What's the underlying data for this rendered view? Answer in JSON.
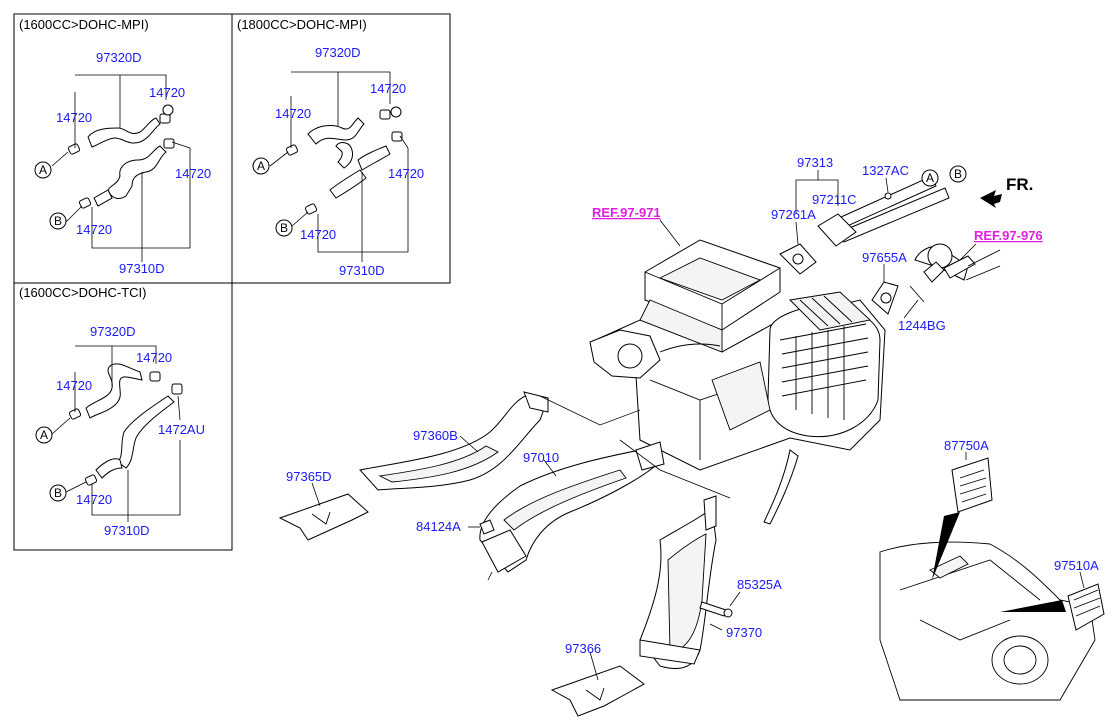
{
  "panels": {
    "p1_header": "(1600CC>DOHC-MPI)",
    "p2_header": "(1800CC>DOHC-MPI)",
    "p3_header": "(1600CC>DOHC-TCI)"
  },
  "markers": {
    "a": "A",
    "b": "B"
  },
  "labels": {
    "p1_97320D": "97320D",
    "p1_14720_top": "14720",
    "p1_14720_left": "14720",
    "p1_14720_right": "14720",
    "p1_14720_bottom": "14720",
    "p1_97310D": "97310D",
    "p2_97320D": "97320D",
    "p2_14720_top": "14720",
    "p2_14720_left": "14720",
    "p2_14720_right": "14720",
    "p2_14720_bottom": "14720",
    "p2_97310D": "97310D",
    "p3_97320D": "97320D",
    "p3_14720_top": "14720",
    "p3_14720_left": "14720",
    "p3_1472AU": "1472AU",
    "p3_14720_bottom": "14720",
    "p3_97310D": "97310D",
    "m_97313": "97313",
    "m_1327AC": "1327AC",
    "m_97211C": "97211C",
    "m_97261A": "97261A",
    "m_97655A": "97655A",
    "m_1244BG": "1244BG",
    "m_97360B": "97360B",
    "m_97010": "97010",
    "m_97365D": "97365D",
    "m_84124A": "84124A",
    "m_85325A": "85325A",
    "m_97370": "97370",
    "m_97366": "97366",
    "m_87750A": "87750A",
    "m_97510A": "97510A"
  },
  "refs": {
    "ref1": "REF.97-971",
    "ref2": "REF.97-976"
  },
  "direction": "FR.",
  "colors": {
    "part": "#1a1aff",
    "ref": "#e020e0",
    "line": "#000000"
  }
}
